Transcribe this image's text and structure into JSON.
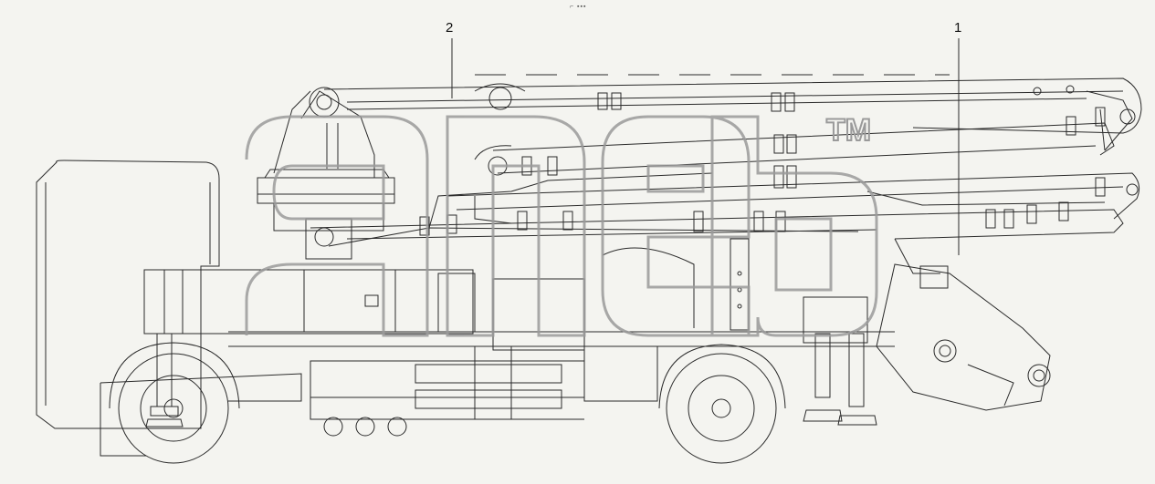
{
  "header": {
    "tiny_mark": "⌐ ▪▪▪"
  },
  "callouts": [
    {
      "id": "1",
      "label": "1"
    },
    {
      "id": "2",
      "label": "2"
    }
  ],
  "watermark": {
    "letters": "aneb",
    "trademark": "TM"
  },
  "colors": {
    "background": "#f4f4f0",
    "line": "#2a2a2a",
    "watermark": "#9a9a9a"
  }
}
